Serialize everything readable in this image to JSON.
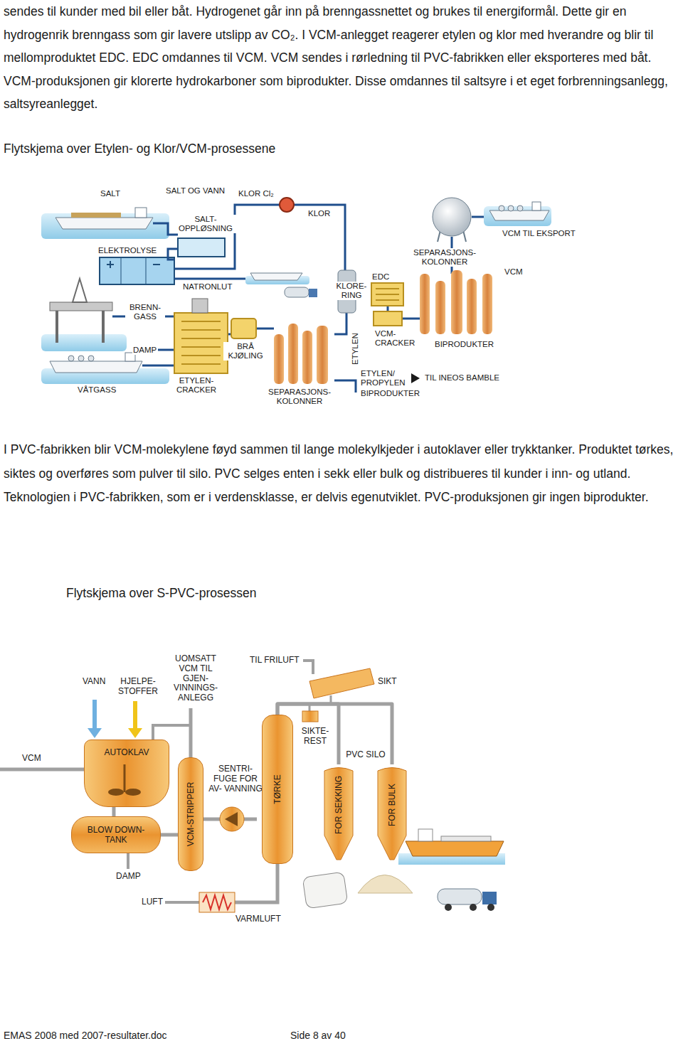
{
  "diagram": {
    "nodes": [
      {
        "text": [
          "AUTOKLAV"
        ]
      },
      {
        "text": [
          "BLOW DOWN- TANK"
        ]
      },
      {
        "text": [
          "VCM-STRIPPER"
        ]
      },
      {
        "text": [
          "SENTRI- FUGE FOR AV- VANNING"
        ]
      },
      {
        "text": [
          "TØRKE"
        ]
      },
      {
        "text": [
          "FOR SEKKING"
        ]
      },
      {
        "text": [
          "FOR BULK"
        ]
      }
    ],
    "edges": [
      {
        "from": 0,
        "to": 1,
        "arrow": "none"
      },
      {
        "from": 1,
        "to": 2,
        "arrow": "none"
      },
      {
        "from": 2,
        "to": 3,
        "arrow": "none"
      },
      {
        "from": 3,
        "to": 4,
        "arrow": "none"
      },
      {
        "from": 4,
        "to": 5,
        "arrow": "none"
      },
      {
        "from": 4,
        "to": 6,
        "arrow": "none"
      }
    ],
    "labels": [
      "sendes til kunder med bil eller båt. Hydrogenet går inn på brenngassnettet og brukes til energiformål. Dette gir en hydrogenrik brenngass som gir lavere utslipp av CO₂. I VCM-anlegget reagerer etylen og klor med hverandre og blir til mellomproduktet EDC. EDC omdannes til VCM. VCM sendes i rørledning til PVC-fabrikken eller eksporteres med båt. VCM-produksjonen gir klorerte hydrokarboner som biprodukter. Disse omdannes til saltsyre i et eget forbrenningsanlegg, saltsyreanlegget.",
      "Flytskjema over Etylen- og Klor/VCM-prosessene",
      "SALT",
      "SALT OG VANN",
      "KLOR Cl₂",
      "KLOR",
      "SALT- OPPLØSNING",
      "ELEKTROLYSE",
      "NATRONLUT",
      "BRENN- GASS",
      "DAMP",
      "BRÅ KJØLING",
      "VÅTGASS",
      "ETYLEN- CRACKER",
      "SEPARASJONS- KOLONNER",
      "ETYLEN",
      "KLORE- RING",
      "EDC",
      "SEPARASJONS- KOLONNER",
      "VCM",
      "VCM TIL EKSPORT",
      "VCM- CRACKER",
      "BIPRODUKTER",
      "ETYLEN/ PROPYLEN",
      "BIPRODUKTER",
      "TIL INEOS BAMBLE",
      "I PVC-fabrikken blir VCM-molekylene føyd sammen til lange molekylkjeder i autoklaver eller trykktanker. Produktet tørkes, siktes og overføres som pulver til silo. PVC selges enten i sekk eller bulk og distribueres til kunder i inn- og utland. Teknologien i PVC-fabrikken, som er i verdensklasse, er delvis egenutviklet. PVC-produksjonen gir ingen biprodukter.",
      "Flytskjema over S-PVC-prosessen",
      "VANN",
      "HJELPE- STOFFER",
      "UOMSATT VCM TIL GJEN- VINNINGS- ANLEGG",
      "TIL FRILUFT",
      "SIKT",
      "SIKTE- REST",
      "PVC SILO",
      "VCM",
      "DAMP",
      "LUFT",
      "VARMLUFT",
      "EMAS 2008 med 2007-resultater.doc",
      "Side 8 av 40"
    ]
  }
}
